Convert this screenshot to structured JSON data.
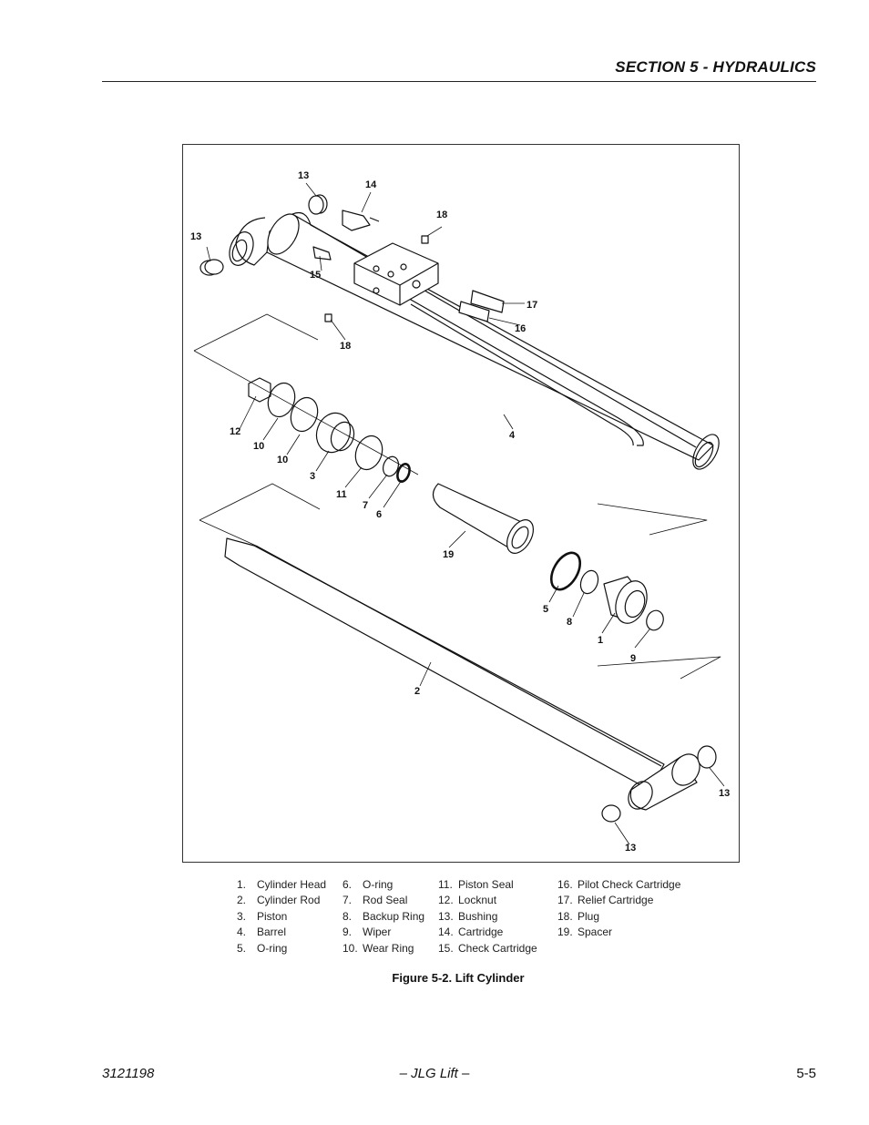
{
  "header": {
    "section_title": "SECTION 5 - HYDRAULICS"
  },
  "figure": {
    "callouts": [
      {
        "id": "c13a",
        "label": "13"
      },
      {
        "id": "c14",
        "label": "14"
      },
      {
        "id": "c18a",
        "label": "18"
      },
      {
        "id": "c13b",
        "label": "13"
      },
      {
        "id": "c15",
        "label": "15"
      },
      {
        "id": "c17",
        "label": "17"
      },
      {
        "id": "c16",
        "label": "16"
      },
      {
        "id": "c18b",
        "label": "18"
      },
      {
        "id": "c12",
        "label": "12"
      },
      {
        "id": "c10a",
        "label": "10"
      },
      {
        "id": "c10b",
        "label": "10"
      },
      {
        "id": "c3",
        "label": "3"
      },
      {
        "id": "c11",
        "label": "11"
      },
      {
        "id": "c7",
        "label": "7"
      },
      {
        "id": "c6",
        "label": "6"
      },
      {
        "id": "c4",
        "label": "4"
      },
      {
        "id": "c19",
        "label": "19"
      },
      {
        "id": "c5",
        "label": "5"
      },
      {
        "id": "c8",
        "label": "8"
      },
      {
        "id": "c1",
        "label": "1"
      },
      {
        "id": "c9",
        "label": "9"
      },
      {
        "id": "c2",
        "label": "2"
      },
      {
        "id": "c13c",
        "label": "13"
      },
      {
        "id": "c13d",
        "label": "13"
      }
    ]
  },
  "legend": {
    "columns": [
      [
        {
          "num": "1.",
          "text": "Cylinder Head"
        },
        {
          "num": "2.",
          "text": "Cylinder Rod"
        },
        {
          "num": "3.",
          "text": "Piston"
        },
        {
          "num": "4.",
          "text": "Barrel"
        },
        {
          "num": "5.",
          "text": "O-ring"
        }
      ],
      [
        {
          "num": "6.",
          "text": "O-ring"
        },
        {
          "num": "7.",
          "text": "Rod Seal"
        },
        {
          "num": "8.",
          "text": "Backup Ring"
        },
        {
          "num": "9.",
          "text": "Wiper"
        },
        {
          "num": "10.",
          "text": "Wear Ring"
        }
      ],
      [
        {
          "num": "11.",
          "text": "Piston Seal"
        },
        {
          "num": "12.",
          "text": "Locknut"
        },
        {
          "num": "13.",
          "text": "Bushing"
        },
        {
          "num": "14.",
          "text": "Cartridge"
        },
        {
          "num": "15.",
          "text": "Check Cartridge"
        }
      ],
      [
        {
          "num": "16.",
          "text": "Pilot Check Cartridge"
        },
        {
          "num": "17.",
          "text": "Relief Cartridge"
        },
        {
          "num": "18.",
          "text": "Plug"
        },
        {
          "num": "19.",
          "text": "Spacer"
        }
      ]
    ]
  },
  "caption": "Figure 5-2.  Lift Cylinder",
  "footer": {
    "doc_number": "3121198",
    "center": "– JLG Lift –",
    "page": "5-5"
  }
}
